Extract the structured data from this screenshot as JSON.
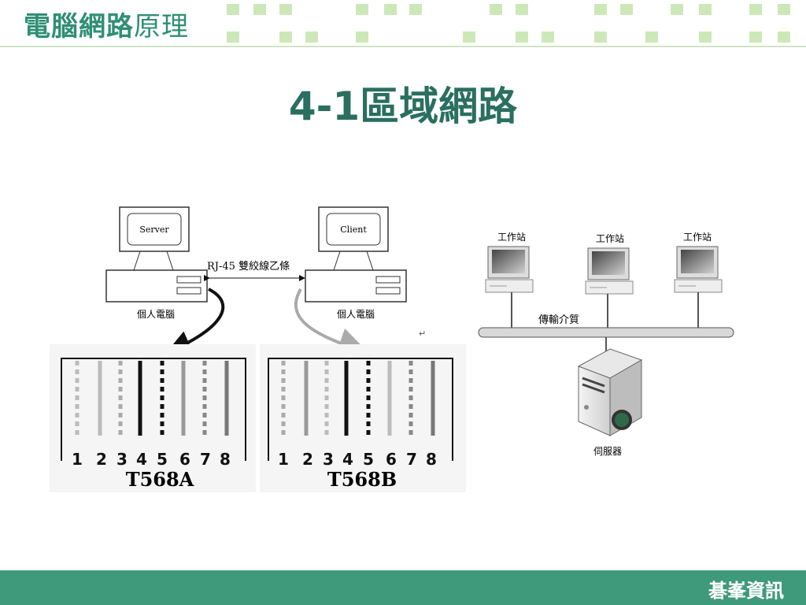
{
  "header": {
    "brand_bold": "電腦網路",
    "brand_normal": "原理"
  },
  "slide": {
    "title": "4-1區域網路"
  },
  "left_diagram": {
    "server_label": "Server",
    "client_label": "Client",
    "cable_label": "RJ-45 雙絞線乙條",
    "pc_label_left": "個人電腦",
    "pc_label_right": "個人電腦",
    "return_mark": "↵",
    "pin_numbers": [
      "1",
      "2",
      "3",
      "4",
      "5",
      "6",
      "7",
      "8"
    ],
    "standard_a": "T568A",
    "standard_b": "T568B"
  },
  "right_diagram": {
    "workstation_label": "工作站",
    "bus_label": "傳輸介質",
    "server_label": "伺服器"
  },
  "footer": {
    "publisher": "碁峯資訊"
  },
  "colors": {
    "accent": "#3f9a7c",
    "title": "#2a6f5f",
    "header_dots": "#cce8b8"
  }
}
